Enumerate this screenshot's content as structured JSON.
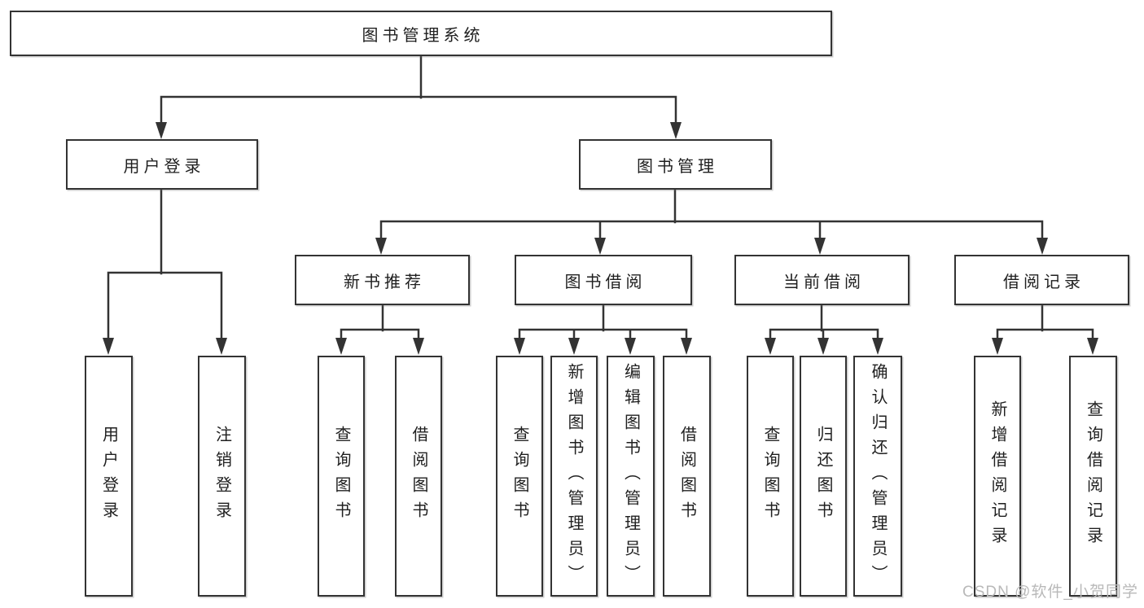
{
  "root": {
    "label": "图书管理系统"
  },
  "left_branch": {
    "label": "用户登录",
    "children": [
      {
        "label": "用户登录"
      },
      {
        "label": "注销登录"
      }
    ]
  },
  "right_branch": {
    "label": "图书管理",
    "groups": [
      {
        "label": "新书推荐",
        "children": [
          {
            "label": "查询图书"
          },
          {
            "label": "借阅图书"
          }
        ]
      },
      {
        "label": "图书借阅",
        "children": [
          {
            "label": "查询图书"
          },
          {
            "label": "新增图书（管理员）"
          },
          {
            "label": "编辑图书（管理员）"
          },
          {
            "label": "借阅图书"
          }
        ]
      },
      {
        "label": "当前借阅",
        "children": [
          {
            "label": "查询图书"
          },
          {
            "label": "归还图书"
          },
          {
            "label": "确认归还（管理员）"
          }
        ]
      },
      {
        "label": "借阅记录",
        "children": [
          {
            "label": "新增借阅记录"
          },
          {
            "label": "查询借阅记录"
          }
        ]
      }
    ]
  },
  "watermark": {
    "text": "CSDN @软件_小贺同学",
    "color": "#b9b9b9"
  },
  "colors": {
    "line": "#333333",
    "box_border": "#333333",
    "text": "#1f1f1f",
    "background": "#ffffff",
    "watermark": "#b9b9b9"
  }
}
